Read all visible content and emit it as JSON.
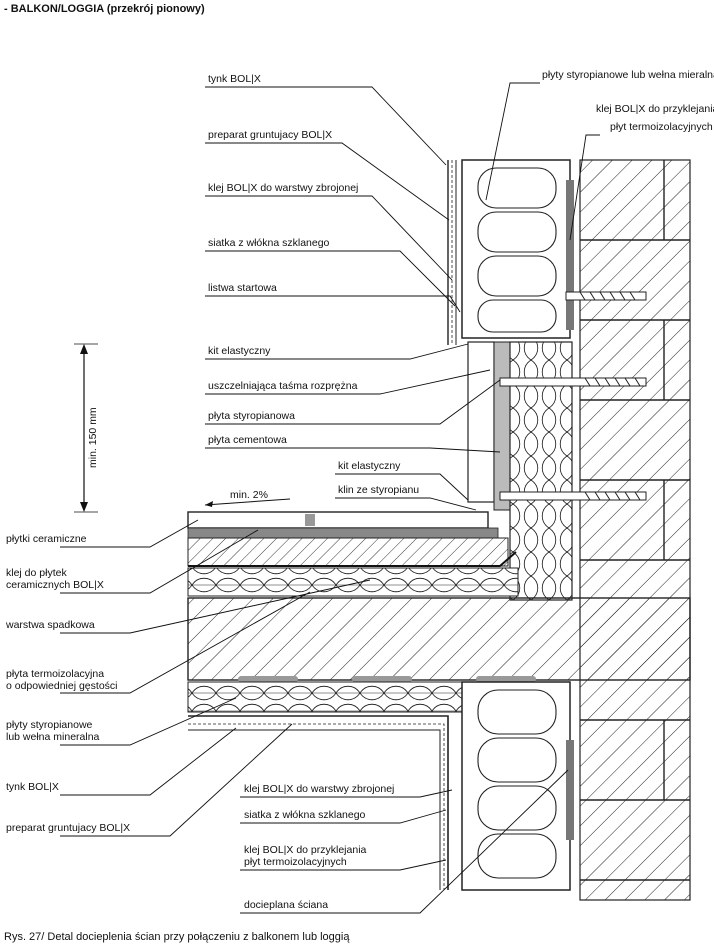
{
  "header": {
    "title": "- BALKON/LOGGIA (przekrój pionowy)"
  },
  "labels": {
    "tynk_top": "tynk BOL|X",
    "preparat_top": "preparat gruntujacy BOL|X",
    "klej_zbrojonej_top": "klej BOL|X do warstwy zbrojonej",
    "siatka_top": "siatka z włókna szklanego",
    "listwa": "listwa startowa",
    "kit1": "kit elastyczny",
    "tasma": "uszczelniająca taśma rozprężna",
    "plyta_styro": "płyta styropianowa",
    "plyta_cement": "płyta cementowa",
    "kit2": "kit elastyczny",
    "klin": "klin ze styropianu",
    "slope": "min. 2%",
    "dimension": "min. 150 mm",
    "plytki": "płytki ceramiczne",
    "klej_plytek_1": "klej do płytek",
    "klej_plytek_2": "ceramicznych BOL|X",
    "warstwa_spadkowa": "warstwa spadkowa",
    "termo_1": "płyta termoizolacyjna",
    "termo_2": "o odpowiedniej gęstości",
    "styro_welna_1": "płyty styropianowe",
    "styro_welna_2": "lub wełna mineralna",
    "tynk_bottom": "tynk BOL|X",
    "preparat_bottom": "preparat gruntujacy BOL|X",
    "klej_zbrojonej_bottom": "klej BOL|X do warstwy zbrojonej",
    "siatka_bottom": "siatka z włókna szklanego",
    "klej_przykl_b1": "klej BOL|X do przyklejania",
    "klej_przykl_b2": "płyt termoizolacyjnych",
    "docieplana": "docieplana ściana",
    "top_right_1": "płyty styropianowe lub wełna mieralna",
    "top_right_2": "klej BOL|X do przyklejania",
    "top_right_3": "płyt termoizolacyjnych"
  },
  "caption": "Rys. 27/  Detal docieplenia ścian przy połączeniu z balkonem lub loggią"
}
